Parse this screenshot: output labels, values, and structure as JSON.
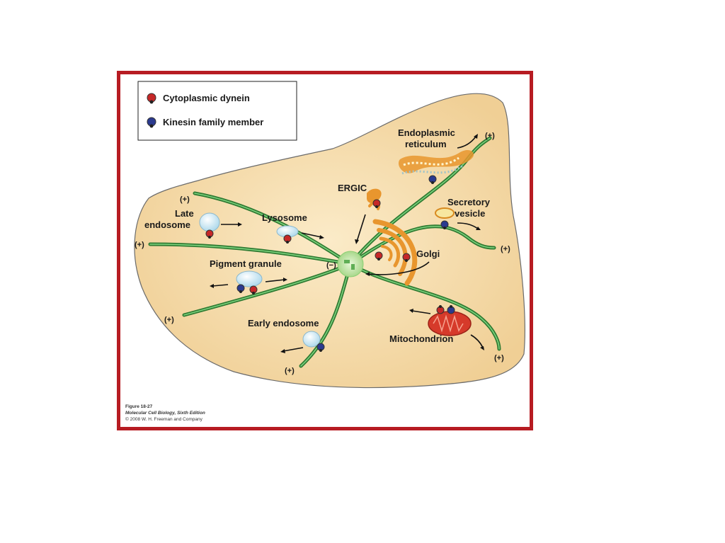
{
  "legend": {
    "dynein_label": "Cytoplasmic dynein",
    "kinesin_label": "Kinesin family member"
  },
  "labels": {
    "er": [
      "Endoplasmic",
      "reticulum"
    ],
    "ergic": "ERGIC",
    "secretory": [
      "Secretory",
      "vesicle"
    ],
    "late_endosome": [
      "Late",
      "endosome"
    ],
    "lysosome": "Lysosome",
    "golgi": "Golgi",
    "pigment_granule": "Pigment granule",
    "early_endosome": "Early endosome",
    "mitochondrion": "Mitochondrion"
  },
  "ends": {
    "plus": "(+)",
    "minus": "(−)"
  },
  "caption": {
    "figure": "Figure 18-27",
    "book": "Molecular Cell Biology, Sixth Edition",
    "copyright": "© 2008 W. H. Freeman and Company"
  },
  "colors": {
    "frame": "#b71c22",
    "cell": "#f3d9a8",
    "microtubule": "#2f7a32",
    "dynein": "#c62828",
    "kinesin": "#2b3a8f",
    "golgi": "#e8962e",
    "mitochondrion": "#d63a2a",
    "vesicle": "#bfe3f2"
  }
}
